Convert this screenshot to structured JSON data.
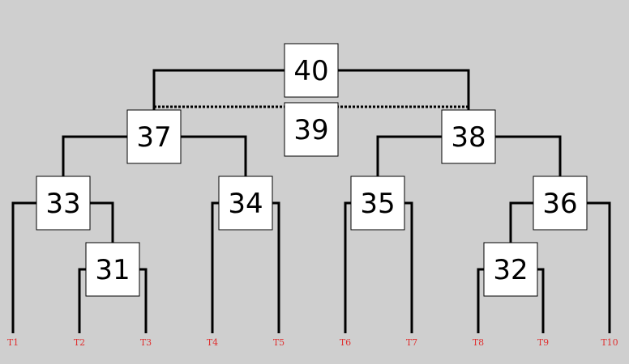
{
  "diagram": {
    "type": "tree",
    "leaf_color": "#e03030",
    "line_color": "#000000",
    "node_fill": "#ffffff",
    "background": "#cfcfcf",
    "leaves": [
      "T1",
      "T2",
      "T3",
      "T4",
      "T5",
      "T6",
      "T7",
      "T8",
      "T9",
      "T10"
    ],
    "nodes": [
      {
        "label": "31",
        "children": [
          "T2",
          "T3"
        ]
      },
      {
        "label": "32",
        "children": [
          "T8",
          "T9"
        ]
      },
      {
        "label": "33",
        "children": [
          "T1",
          "31"
        ]
      },
      {
        "label": "34",
        "children": [
          "T4",
          "T5"
        ]
      },
      {
        "label": "35",
        "children": [
          "T6",
          "T7"
        ]
      },
      {
        "label": "36",
        "children": [
          "32",
          "T10"
        ]
      },
      {
        "label": "37",
        "children": [
          "33",
          "34"
        ]
      },
      {
        "label": "38",
        "children": [
          "35",
          "36"
        ]
      },
      {
        "label": "40",
        "children": [
          "37",
          "38"
        ]
      },
      {
        "label": "39",
        "children": []
      }
    ],
    "dotted_link": [
      "37",
      "38"
    ]
  }
}
